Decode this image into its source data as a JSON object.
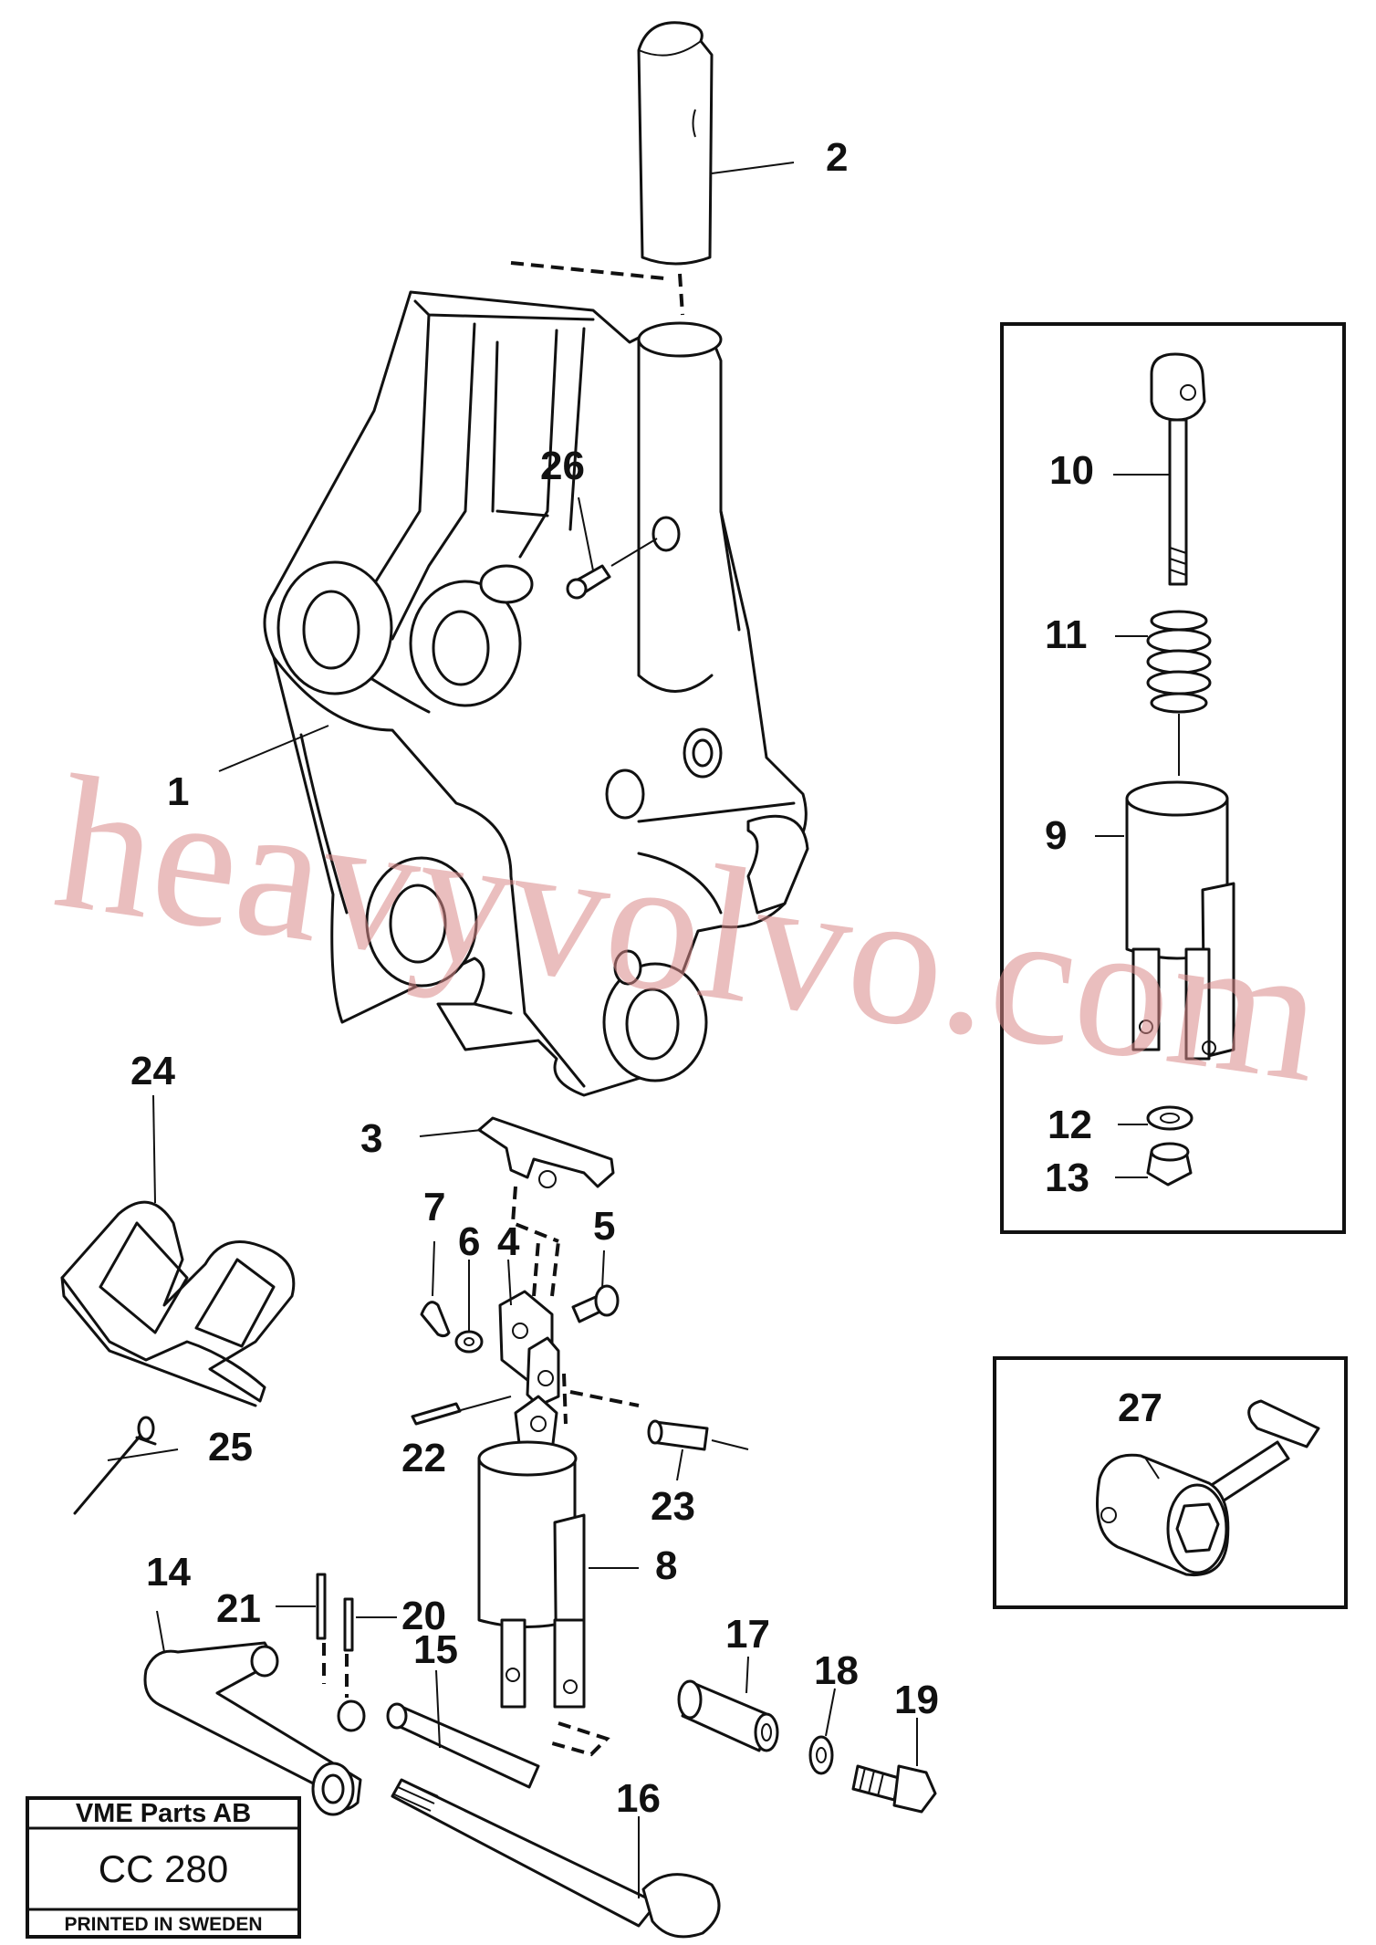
{
  "callouts": {
    "c1": "1",
    "c2": "2",
    "c3": "3",
    "c4": "4",
    "c5": "5",
    "c6": "6",
    "c7": "7",
    "c8": "8",
    "c9": "9",
    "c10": "10",
    "c11": "11",
    "c12": "12",
    "c13": "13",
    "c14": "14",
    "c15": "15",
    "c16": "16",
    "c17": "17",
    "c18": "18",
    "c19": "19",
    "c20": "20",
    "c21": "21",
    "c22": "22",
    "c23": "23",
    "c24": "24",
    "c25": "25",
    "c26": "26",
    "c27": "27"
  },
  "watermark": "heavyvolvo.com",
  "title_block": {
    "company": "VME Parts AB",
    "code": "CC 280",
    "printed": "PRINTED IN SWEDEN"
  }
}
